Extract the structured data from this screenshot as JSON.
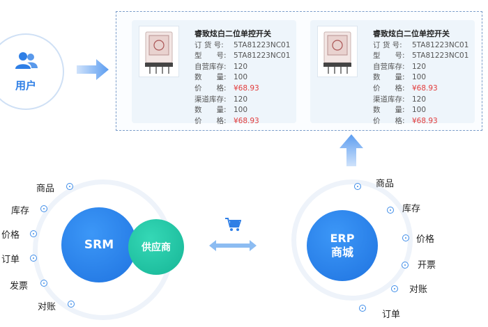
{
  "user": {
    "label": "用户",
    "icon": "users-icon"
  },
  "products": [
    {
      "title": "睿致炫白二位单控开关",
      "rows": [
        {
          "label": "订 货 号:",
          "value": "5TA81223NC01",
          "kind": "text"
        },
        {
          "label": "型　　号:",
          "value": "5TA81223NC01",
          "kind": "text"
        },
        {
          "label": "自营库存:",
          "value": "120",
          "kind": "text"
        },
        {
          "label": "数　　量:",
          "value": "100",
          "kind": "text"
        },
        {
          "label": "价　　格:",
          "value": "¥68.93",
          "kind": "price"
        },
        {
          "label": "渠道库存:",
          "value": "120",
          "kind": "text"
        },
        {
          "label": "数　　量:",
          "value": "100",
          "kind": "text"
        },
        {
          "label": "价　　格:",
          "value": "¥68.93",
          "kind": "price"
        }
      ]
    },
    {
      "title": "睿致炫白二位单控开关",
      "rows": [
        {
          "label": "订 货 号:",
          "value": "5TA81223NC01",
          "kind": "text"
        },
        {
          "label": "型　　号:",
          "value": "5TA81223NC01",
          "kind": "text"
        },
        {
          "label": "自营库存:",
          "value": "120",
          "kind": "text"
        },
        {
          "label": "数　　量:",
          "value": "100",
          "kind": "text"
        },
        {
          "label": "价　　格:",
          "value": "¥68.93",
          "kind": "price"
        },
        {
          "label": "渠道库存:",
          "value": "120",
          "kind": "text"
        },
        {
          "label": "数　　量:",
          "value": "100",
          "kind": "text"
        },
        {
          "label": "价　　格:",
          "value": "¥68.93",
          "kind": "price"
        }
      ]
    }
  ],
  "srm": {
    "label": "SRM",
    "supplier_label": "供应商",
    "items": [
      "商品",
      "库存",
      "价格",
      "订单",
      "发票",
      "对账"
    ]
  },
  "erp": {
    "label_line1": "ERP",
    "label_line2": "商城",
    "items": [
      "商品",
      "库存",
      "价格",
      "开票",
      "对账",
      "订单"
    ]
  },
  "colors": {
    "blue": "#1f73e0",
    "green": "#16b596",
    "price_red": "#e23b3b",
    "dash_border": "#7a9cc9"
  }
}
